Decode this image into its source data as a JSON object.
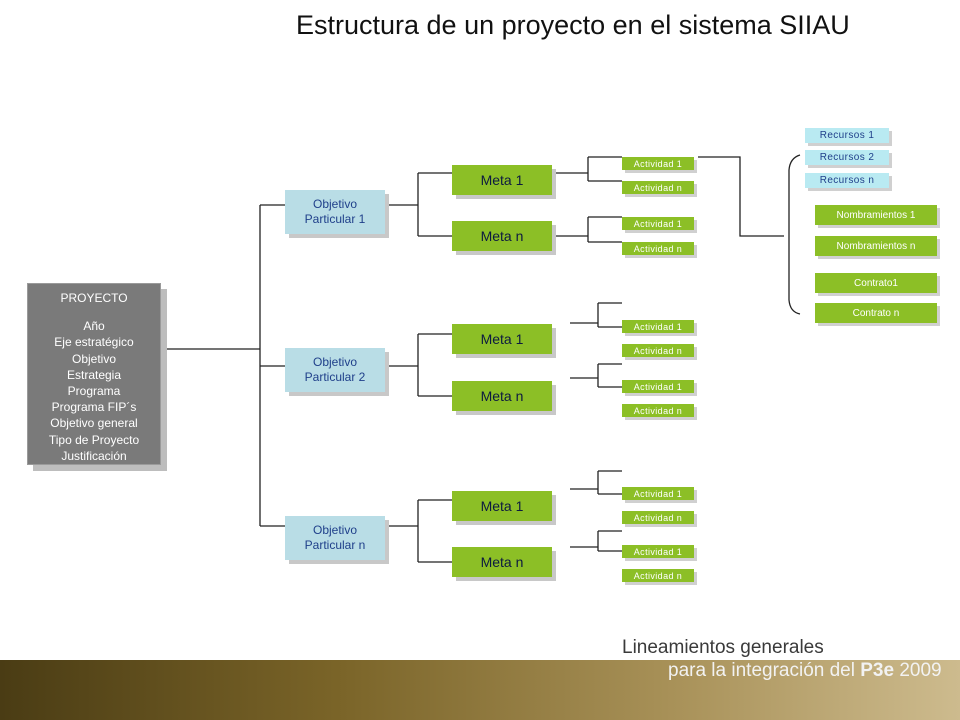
{
  "title": "Estructura de un proyecto en el sistema SIIAU",
  "proyecto": {
    "heading": "PROYECTO",
    "items": [
      "Año",
      "Eje estratégico",
      "Objetivo",
      "Estrategia",
      "Programa",
      "Programa FIP´s",
      "Objetivo general",
      "Tipo de Proyecto",
      "Justificación"
    ]
  },
  "objetivos": [
    {
      "line1": "Objetivo",
      "line2": "Particular 1"
    },
    {
      "line1": "Objetivo",
      "line2": "Particular 2"
    },
    {
      "line1": "Objetivo",
      "line2": "Particular n"
    }
  ],
  "metas": [
    "Meta 1",
    "Meta n",
    "Meta 1",
    "Meta n",
    "Meta 1",
    "Meta n"
  ],
  "actividades": [
    "Actividad 1",
    "Actividad n",
    "Actividad 1",
    "Actividad n",
    "Actividad 1",
    "Actividad n",
    "Actividad 1",
    "Actividad n",
    "Actividad 1",
    "Actividad n",
    "Actividad 1",
    "Actividad n"
  ],
  "recursos": [
    "Recursos 1",
    "Recursos 2",
    "Recursos n"
  ],
  "nombramientos": [
    "Nombramientos 1",
    "Nombramientos n",
    "Contrato1",
    "Contrato n"
  ],
  "footer": {
    "line1": "Lineamientos generales",
    "line2_prefix": "para la integración del ",
    "line2_bold": "P3e",
    "line2_suffix": " 2009"
  }
}
